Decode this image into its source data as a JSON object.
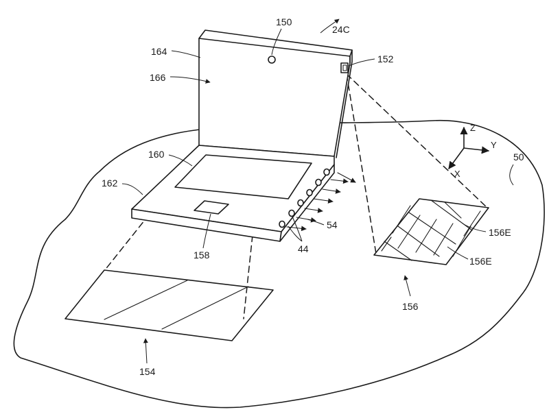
{
  "labels": {
    "device": "24C",
    "l150": "150",
    "l152": "152",
    "l164": "164",
    "l166": "166",
    "l160": "160",
    "l162": "162",
    "l158": "158",
    "l54": "54",
    "l44": "44",
    "l156E_a": "156E",
    "l156E_b": "156E",
    "l156": "156",
    "l154": "154",
    "l50": "50"
  },
  "axes": {
    "z": "Z",
    "y": "Y",
    "x": "X"
  }
}
